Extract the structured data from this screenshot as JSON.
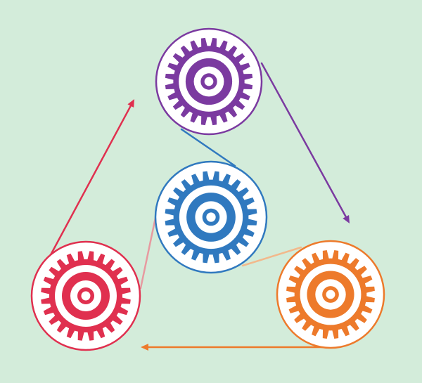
{
  "colors": {
    "background": "#d3ecda",
    "purple": "#7b3aa0",
    "blue": "#3079bf",
    "red": "#e0304f",
    "orange": "#ed7a2b",
    "white": "#ffffff",
    "blue_link": "#3079bf",
    "pink_link": "#e79aa0",
    "peach_link": "#f2b98c"
  },
  "gears": [
    {
      "id": "purple",
      "icon": "gear-icon",
      "color": "purple"
    },
    {
      "id": "blue",
      "icon": "gear-icon",
      "color": "blue"
    },
    {
      "id": "red",
      "icon": "gear-icon",
      "color": "red"
    },
    {
      "id": "orange",
      "icon": "gear-icon",
      "color": "orange"
    }
  ],
  "arrows": [
    {
      "from": "red",
      "to": "purple",
      "color": "red"
    },
    {
      "from": "purple",
      "to": "orange",
      "color": "purple"
    },
    {
      "from": "orange",
      "to": "red",
      "color": "orange"
    }
  ],
  "belts": [
    {
      "from": "purple",
      "to": "blue",
      "color": "blue_link"
    },
    {
      "from": "blue",
      "to": "red",
      "color": "pink_link"
    },
    {
      "from": "blue",
      "to": "orange",
      "color": "peach_link"
    }
  ]
}
